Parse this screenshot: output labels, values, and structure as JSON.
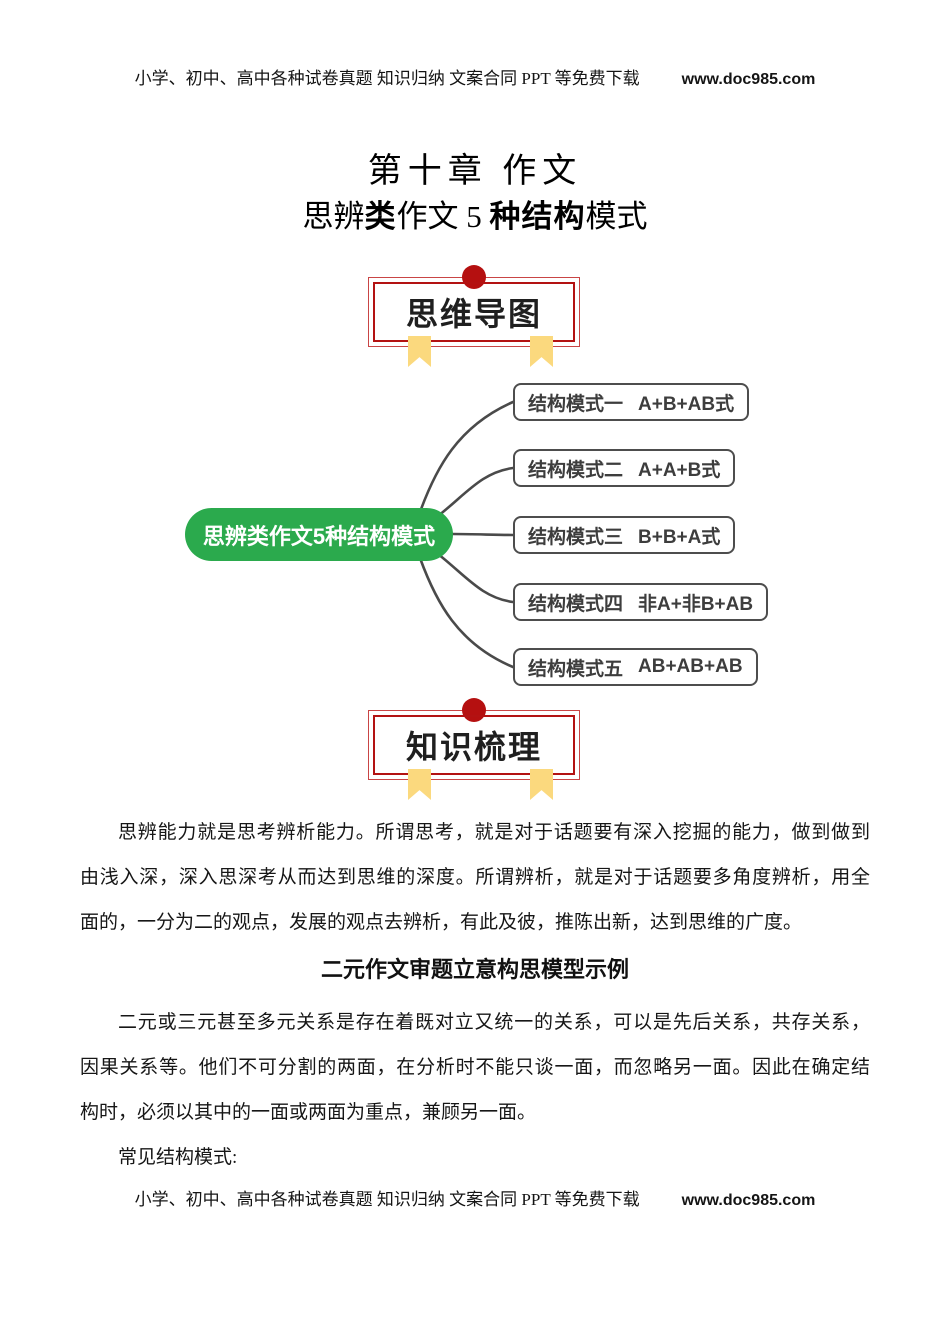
{
  "header": {
    "text": "小学、初中、高中各种试卷真题 知识归纳 文案合同 PPT 等免费下载",
    "url": "www.doc985.com"
  },
  "title": "第十章 作文",
  "subtitle": {
    "parts": [
      "思辨",
      "类",
      "作文 5 ",
      "种结构",
      "模式"
    ]
  },
  "badges": {
    "mindmap": "思维导图",
    "knowledge": "知识梳理"
  },
  "mindmap": {
    "center": "思辨类作文5种结构模式",
    "branches": [
      {
        "label": "结构模式一",
        "formula": "A+B+AB式"
      },
      {
        "label": "结构模式二",
        "formula": "A+A+B式"
      },
      {
        "label": "结构模式三",
        "formula": "B+B+A式"
      },
      {
        "label": "结构模式四",
        "formula": "非A+非B+AB"
      },
      {
        "label": "结构模式五",
        "formula": "AB+AB+AB"
      }
    ]
  },
  "body": {
    "para1": [
      "思辨能力就是思考辨析能力。所谓思考，就是对于话题要有深入挖掘的能力，做到做到",
      "由浅入深，深入思深考从而达到思维的深度。所谓辨析，就是对于话题要多角度辨析，用全",
      "面的，一分为二的观点，发展的观点去辨析，有此及彼，推陈出新，达到思维的广度。"
    ],
    "heading": "二元作文审题立意构思模型示例",
    "para2": [
      "二元或三元甚至多元关系是存在着既对立又统一的关系，可以是先后关系，共存关系，",
      "因果关系等。他们不可分割的两面，在分析时不能只谈一面，而忽略另一面。因此在确定结",
      "构时，必须以其中的一面或两面为重点，兼顾另一面。"
    ],
    "para3": "常见结构模式:"
  },
  "footer": {
    "text": "小学、初中、高中各种试卷真题 知识归纳 文案合同 PPT 等免费下载",
    "url": "www.doc985.com"
  },
  "colors": {
    "green": "#2baa4d",
    "red": "#b51010",
    "red-border-outer": "#c94545",
    "red-border-inner": "#b31212",
    "yellow": "#fbd97e",
    "curve": "#4a4a4a",
    "box-border": "#4d4d4d",
    "box-text": "#3d3d3d"
  }
}
